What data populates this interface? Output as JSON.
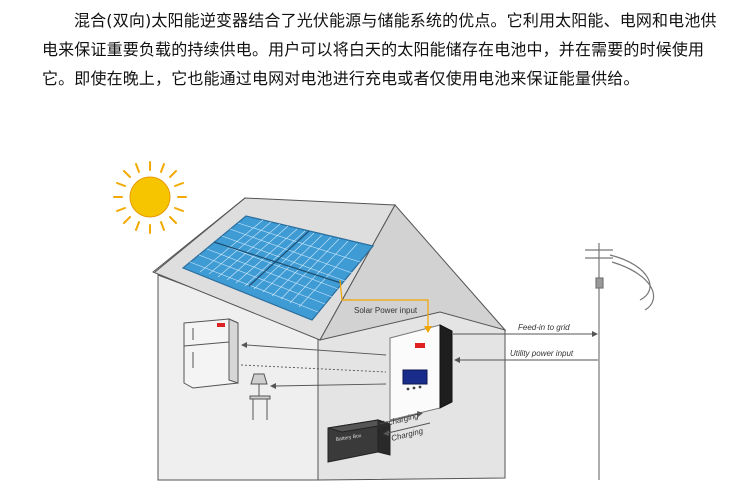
{
  "intro_text": "混合(双向)太阳能逆变器结合了光伏能源与储能系统的优点。它利用太阳能、电网和电池供电来保证重要负载的持续供电。用户可以将白天的太阳能储存在电池中，并在需要的时候使用它。即使在晚上，它也能通过电网对电池进行充电或者仅使用电池来保证能量供给。",
  "diagram": {
    "labels": {
      "solar_power_input": "Solar Power input",
      "feed_in_to_grid": "Feed-in to grid",
      "utility_power_input": "Utility power input",
      "discharging": "Discharging",
      "charging": "Charging"
    }
  },
  "colors": {
    "sun": "#f7c500",
    "solar_panel": "#3f9bd4",
    "solar_flow_arrow": "#f0a500",
    "inverter_screen": "#1a2c8a"
  },
  "icons": [
    "sun-icon",
    "solar-panel-icon",
    "refrigerator-icon",
    "lamp-icon",
    "hybrid-inverter-icon",
    "battery-icon",
    "utility-pole-icon"
  ]
}
